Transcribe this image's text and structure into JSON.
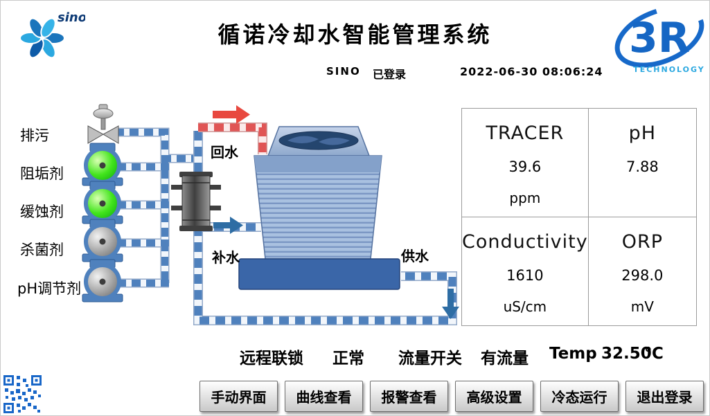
{
  "header": {
    "title": "循诺冷却水智能管理系统",
    "user": "SINO",
    "login_status": "已登录",
    "datetime": "2022-06-30 08:06:24"
  },
  "logos": {
    "sino_text": "sino",
    "r3_text": "3R",
    "r3_sub": "TECHNOLOGY"
  },
  "left_labels": [
    {
      "label": "排污"
    },
    {
      "label": "阻垢剂"
    },
    {
      "label": "缓蚀剂"
    },
    {
      "label": "杀菌剂"
    },
    {
      "label": "pH调节剂"
    }
  ],
  "diagram": {
    "return_water": "回水",
    "makeup_water": "补水",
    "supply_water": "供水"
  },
  "measurements": [
    {
      "name": "TRACER",
      "value": "39.6",
      "unit": "ppm"
    },
    {
      "name": "pH",
      "value": "7.88",
      "unit": ""
    },
    {
      "name": "Conductivity",
      "value": "1610",
      "unit": "uS/cm"
    },
    {
      "name": "ORP",
      "value": "298.0",
      "unit": "mV"
    }
  ],
  "status": {
    "interlock_label": "远程联锁",
    "interlock_value": "正常",
    "flow_label": "流量开关",
    "flow_value": "有流量",
    "temp_label": "Temp",
    "temp_value": "32.50",
    "temp_unit": "℃"
  },
  "buttons": [
    {
      "label": "手动界面"
    },
    {
      "label": "曲线查看"
    },
    {
      "label": "报警查看"
    },
    {
      "label": "高级设置"
    },
    {
      "label": "冷态运行"
    },
    {
      "label": "退出登录"
    }
  ],
  "colors": {
    "pipe_blue": "#4f81bd",
    "pipe_red": "#e05555",
    "pump_running": "#17d417",
    "pump_stopped": "#8f8f8f",
    "brand_blue": "#1565c0",
    "basin_blue": "#3a66a8"
  }
}
